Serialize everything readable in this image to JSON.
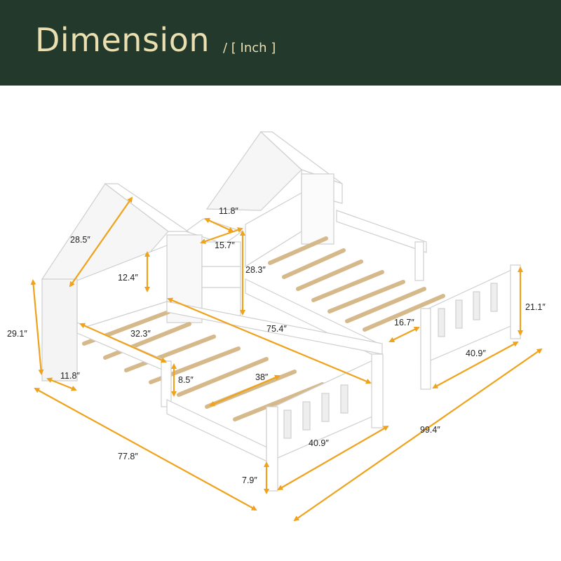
{
  "header": {
    "title": "Dimension",
    "unit": "/ [ Inch ]"
  },
  "colors": {
    "header_bg": "#23392b",
    "header_text": "#eadfb1",
    "dimension_arrow": "#f0a21a",
    "bed_frame": "#ffffff",
    "slat": "#e6cfa8"
  },
  "dimensions": {
    "roof_slope": "28.5″",
    "shelf_depth": "11.8″",
    "shelf_width": "15.7″",
    "headboard_gap": "12.4″",
    "shelf_height": "28.3″",
    "headboard_height": "29.1″",
    "side_rail_inner": "32.3″",
    "bed_length_inner": "75.4″",
    "front_depth": "11.8″",
    "rail_height": "8.5″",
    "slat_length": "38″",
    "footboard_height": "21.1″",
    "rail_gap": "16.7″",
    "right_bed_width": "40.9″",
    "overall_length": "77.8″",
    "left_bed_width": "40.9″",
    "leg_height": "7.9″",
    "overall_width": "99.4″"
  }
}
